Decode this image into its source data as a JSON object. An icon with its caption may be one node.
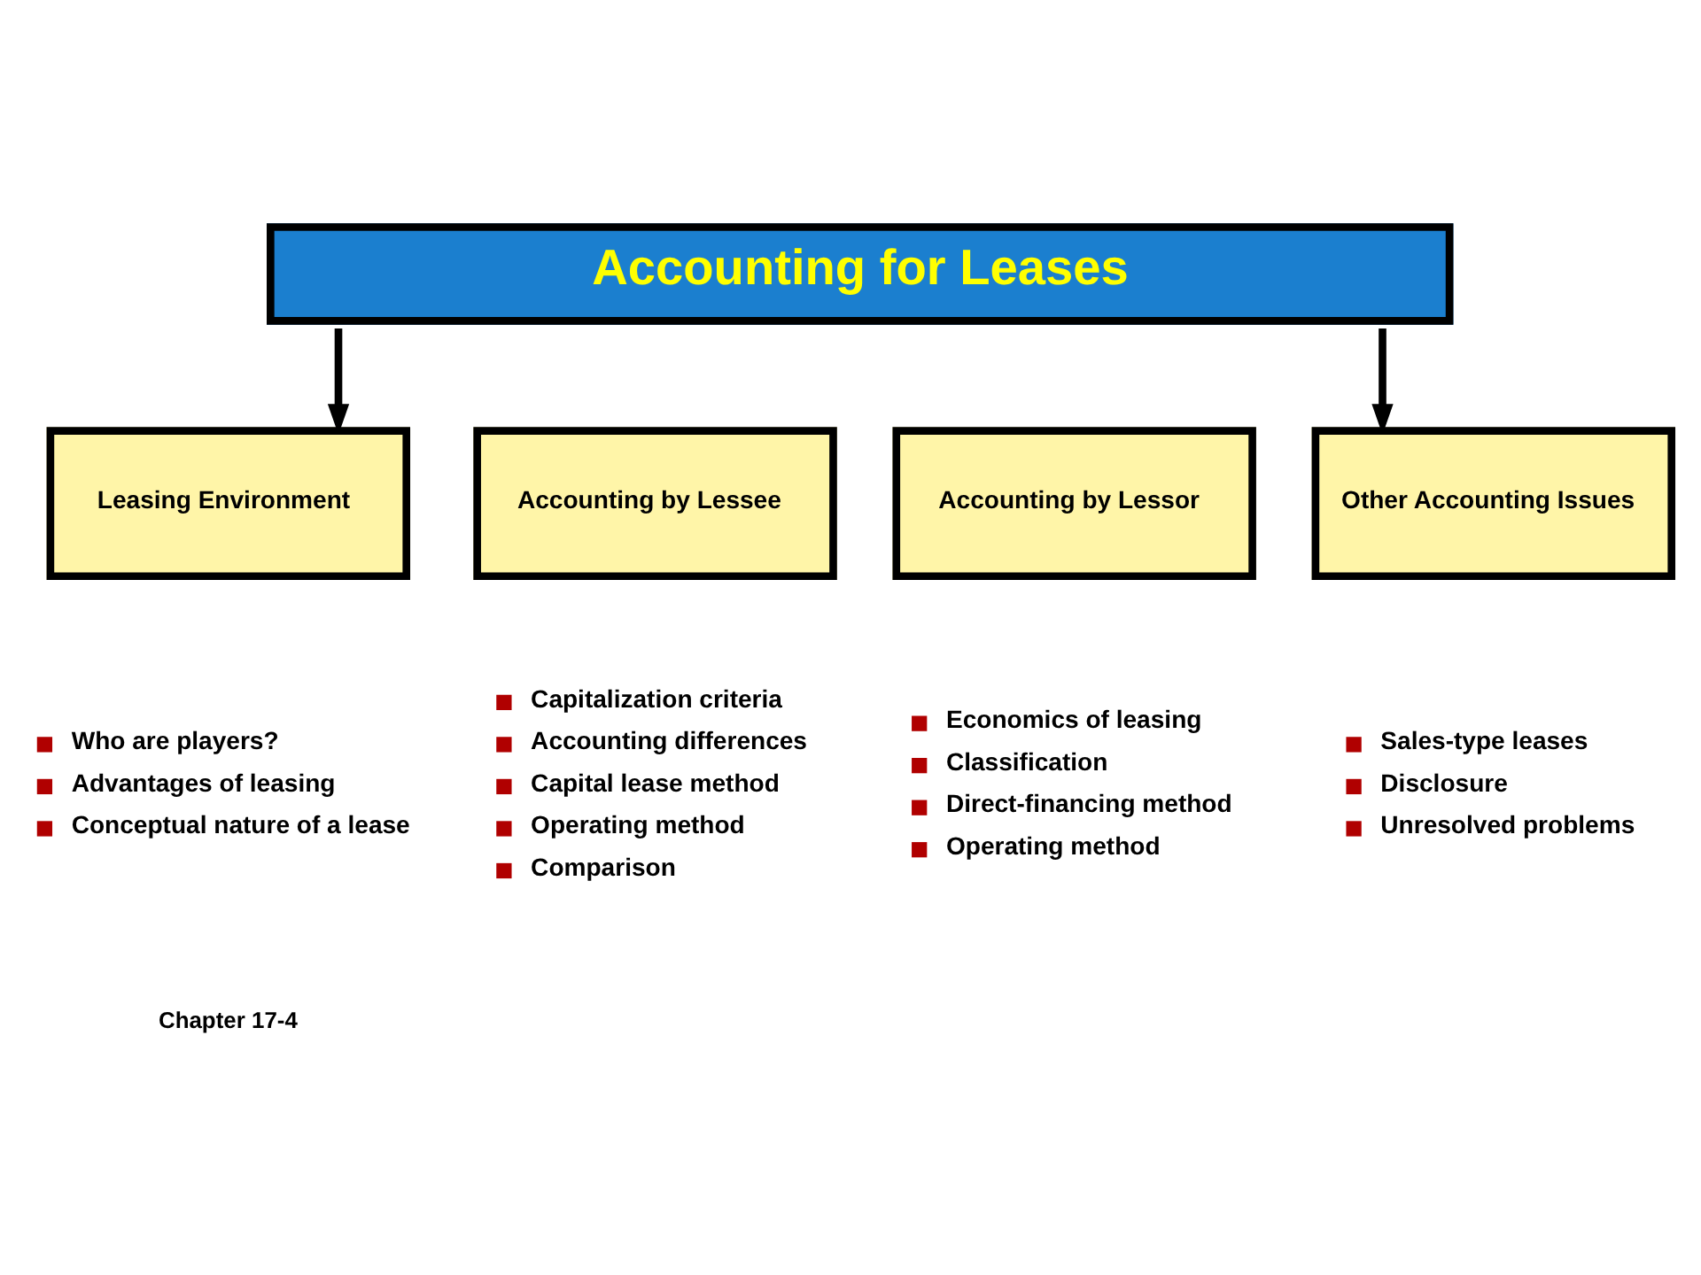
{
  "diagram": {
    "nodes": [
      {
        "text": [
          "Accounting for Leases"
        ]
      },
      {
        "text": [
          "Leasing Environment"
        ],
        "beside": [
          "Who are players?",
          "Advantages of leasing",
          "Conceptual nature of a lease"
        ]
      },
      {
        "text": [
          "Accounting by Lessee"
        ],
        "beside": [
          "Capitalization criteria",
          "Accounting differences",
          "Capital lease method",
          "Operating method",
          "Comparison"
        ]
      },
      {
        "text": [
          "Accounting by Lessor"
        ],
        "beside": [
          "Economics of leasing",
          "Classification",
          "Direct-financing method",
          "Operating method"
        ]
      },
      {
        "text": [
          "Other Accounting Issues"
        ],
        "beside": [
          "Sales-type leases",
          "Disclosure",
          "Unresolved problems"
        ]
      }
    ],
    "edges": [
      {
        "from": 0,
        "to": 1,
        "arrow": "to"
      },
      {
        "from": 0,
        "to": 4,
        "arrow": "to"
      }
    ],
    "labels": [
      "Chapter 17-4"
    ]
  }
}
